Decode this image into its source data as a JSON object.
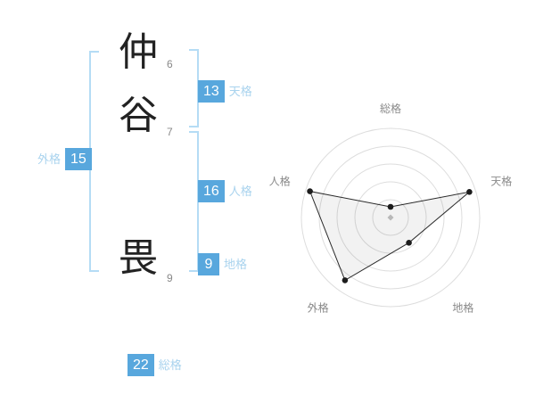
{
  "name": {
    "characters": [
      {
        "char": "仲",
        "strokes": "6"
      },
      {
        "char": "谷",
        "strokes": "7"
      },
      {
        "char": "畏",
        "strokes": "9"
      }
    ]
  },
  "scores": {
    "tenkaku": {
      "label": "天格",
      "value": "13"
    },
    "jinkaku": {
      "label": "人格",
      "value": "16"
    },
    "chikaku": {
      "label": "地格",
      "value": "9"
    },
    "gaikaku": {
      "label": "外格",
      "value": "15"
    },
    "soukaku": {
      "label": "総格",
      "value": "22"
    }
  },
  "colors": {
    "accent": "#58A7DD",
    "accent_light": "#A9D3EE",
    "bracket": "#B5DCF5",
    "chart_ring": "#dddddd",
    "chart_line": "#2a2a2a",
    "chart_fill": "rgba(0,0,0,0.05)",
    "chart_label": "#8a8a8a",
    "chart_center": "#b8b8b8"
  },
  "chart_data": {
    "type": "radar",
    "title": "",
    "axes": [
      "総格",
      "天格",
      "地格",
      "外格",
      "人格"
    ],
    "values": [
      0.6,
      4.65,
      1.75,
      4.35,
      4.75
    ],
    "max": 5,
    "rings": 5,
    "legend": "none",
    "grid": "concentric-circles"
  }
}
